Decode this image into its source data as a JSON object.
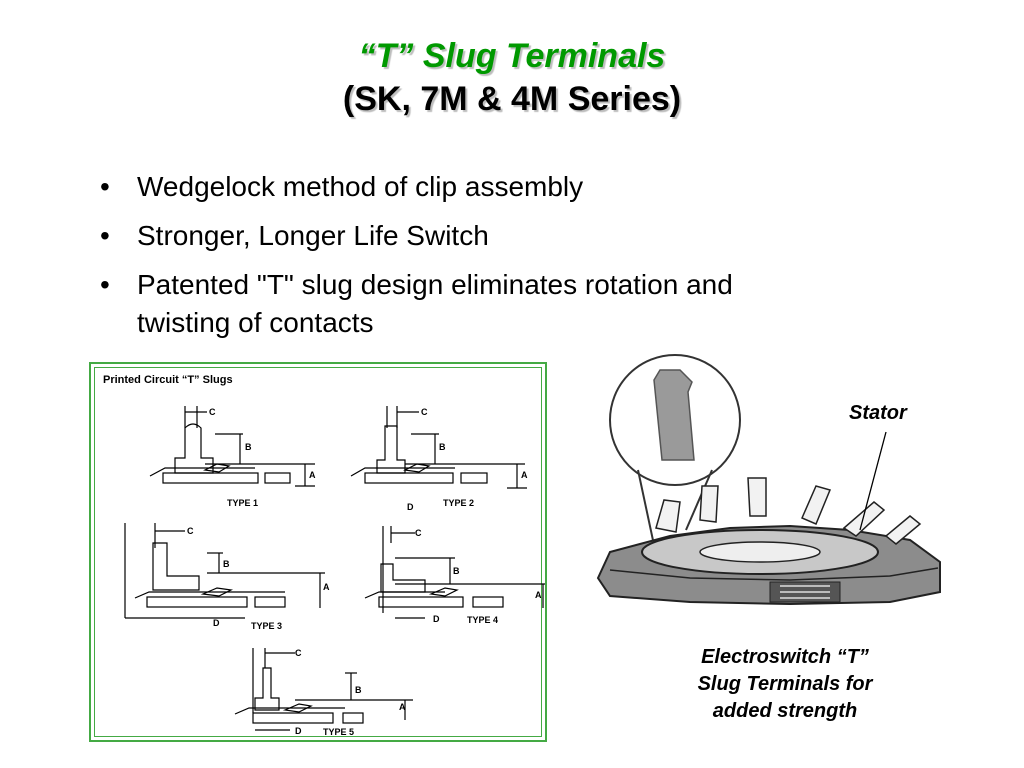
{
  "title": {
    "line1": "“T” Slug Terminals",
    "line2": "(SK, 7M & 4M Series)"
  },
  "bullets": [
    "Wedgelock method of clip assembly",
    "Stronger, Longer Life Switch",
    "Patented \"T\" slug design eliminates rotation and twisting of contacts"
  ],
  "bullet_symbol": "•",
  "figure": {
    "heading": "Printed Circuit “T” Slugs",
    "types": [
      "TYPE 1",
      "TYPE 2",
      "TYPE 3",
      "TYPE 4",
      "TYPE 5"
    ],
    "dimension_labels": {
      "a": "A",
      "b": "B",
      "c": "C",
      "d": "D"
    },
    "border_color": "#44aa44"
  },
  "photo": {
    "callout": "Stator"
  },
  "caption": "Electroswitch “T” Slug Terminals for added strength",
  "colors": {
    "title_accent": "#009900"
  }
}
